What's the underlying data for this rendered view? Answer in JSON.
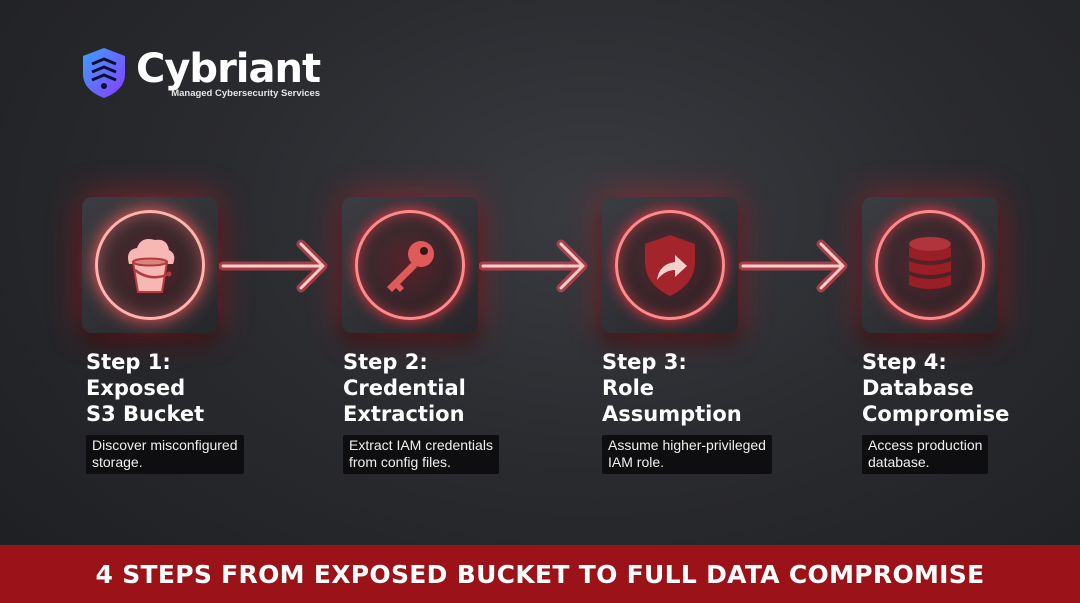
{
  "brand": {
    "name": "Cybriant",
    "tagline": "Managed Cybersecurity Services"
  },
  "steps": [
    {
      "title": "Step 1:\nExposed\nS3 Bucket",
      "description": "Discover misconfigured\nstorage.",
      "icon": "bucket-cloud-icon"
    },
    {
      "title": "Step 2:\nCredential\nExtraction",
      "description": "Extract IAM credentials\nfrom config files.",
      "icon": "key-icon"
    },
    {
      "title": "Step 3:\nRole\nAssumption",
      "description": "Assume higher-privileged\nIAM role.",
      "icon": "shield-arrow-icon"
    },
    {
      "title": "Step 4:\nDatabase\nCompromise",
      "description": "Access production\ndatabase.",
      "icon": "database-icon"
    }
  ],
  "banner": {
    "text": "4 STEPS FROM EXPOSED BUCKET TO FULL DATA COMPROMISE"
  },
  "colors": {
    "glow": "#ff3040",
    "banner": "#9b1219",
    "icon_fill": "#9a1e25",
    "icon_light": "#f7b8b4"
  }
}
